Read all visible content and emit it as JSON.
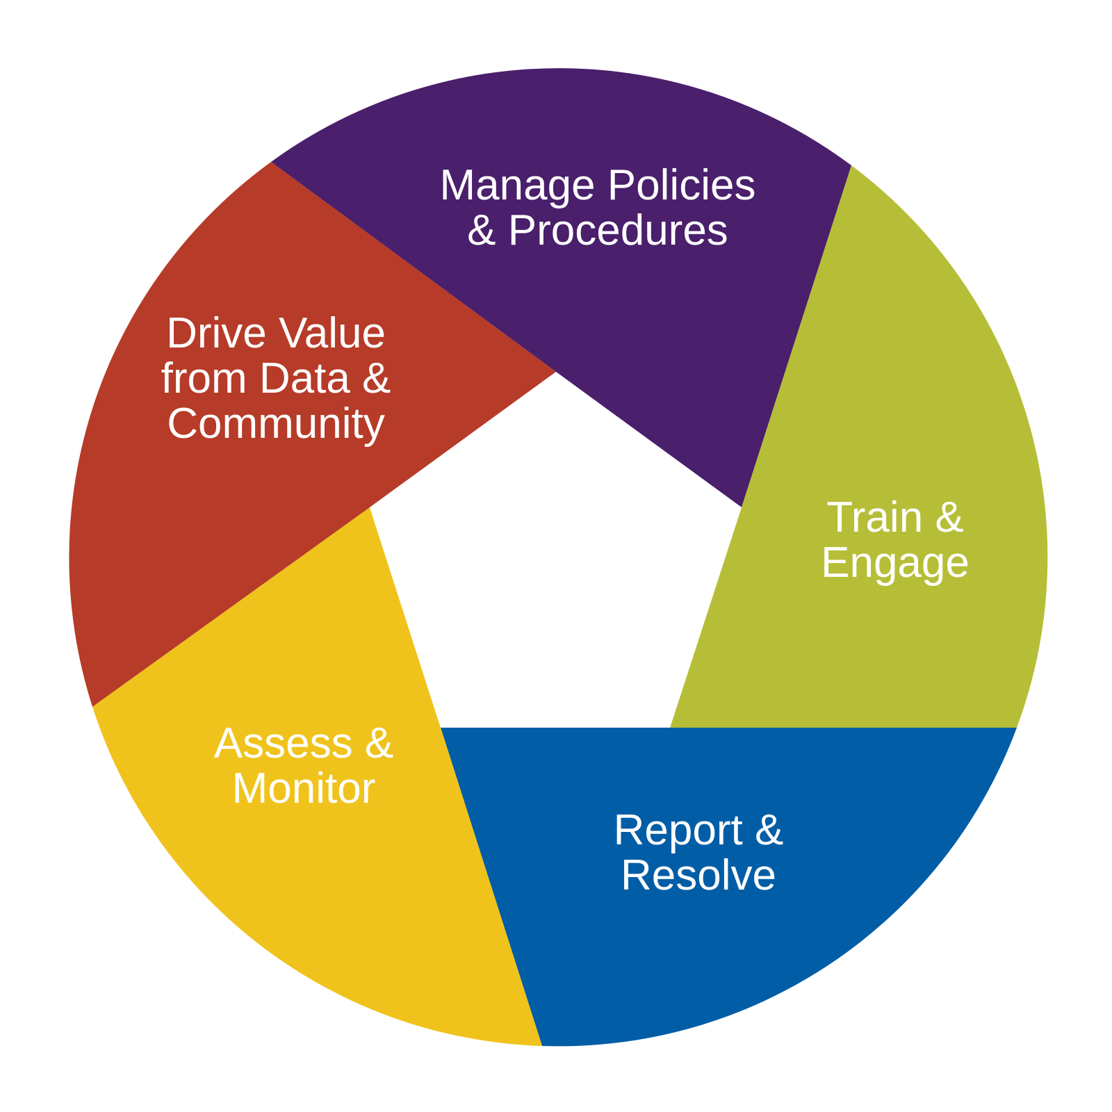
{
  "segments": [
    {
      "id": "manage-policies",
      "lines": [
        "Manage Policies",
        "& Procedures"
      ],
      "color": "#4a1f6b"
    },
    {
      "id": "train-engage",
      "lines": [
        "Train &",
        "Engage"
      ],
      "color": "#b6be37"
    },
    {
      "id": "report-resolve",
      "lines": [
        "Report &",
        "Resolve"
      ],
      "color": "#015da6"
    },
    {
      "id": "assess-monitor",
      "lines": [
        "Assess &",
        "Monitor"
      ],
      "color": "#f0c31c"
    },
    {
      "id": "drive-value",
      "lines": [
        "Drive Value",
        "from Data &",
        "Community"
      ],
      "color": "#b63b28"
    }
  ],
  "center_color": "#ffffff"
}
